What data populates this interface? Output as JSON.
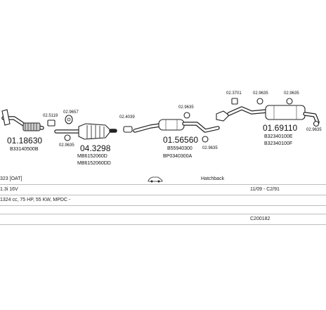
{
  "parts": {
    "front_pipe": {
      "code": "01.18630",
      "oe": "B33140500B"
    },
    "bolt_1": {
      "code": "02.5119"
    },
    "gasket_1": {
      "code": "02.9657"
    },
    "bolt_2": {
      "code": "02.9635"
    },
    "catalyst": {
      "code": "04.3298",
      "oe_1": "MB6152060D",
      "oe_2": "MB6152060DD"
    },
    "gasket_2": {
      "code": "02.4039"
    },
    "middle_silencer": {
      "code": "01.56560",
      "oe_1": "B55940300",
      "oe_2": "BP0340300A"
    },
    "clamp_1": {
      "code": "02.9635"
    },
    "clamp_2": {
      "code": "02.9635"
    },
    "hanger_1": {
      "code": "02.3701"
    },
    "hanger_2": {
      "code": "02.9635"
    },
    "hanger_3": {
      "code": "02.9635"
    },
    "rear_silencer": {
      "code": "01.69110",
      "oe_1": "B32340100E",
      "oe_2": "B32340100F"
    },
    "rear_clamp": {
      "code": "02.9635"
    }
  },
  "vehicle": {
    "model": "323 [OAT]",
    "body": "Hatchback",
    "engine": "1.3i 16V",
    "years": "11/09 - C2/91",
    "spec": "1324 cc, 75 HP, 55 KW, MPDC -",
    "ref": "C200182"
  }
}
